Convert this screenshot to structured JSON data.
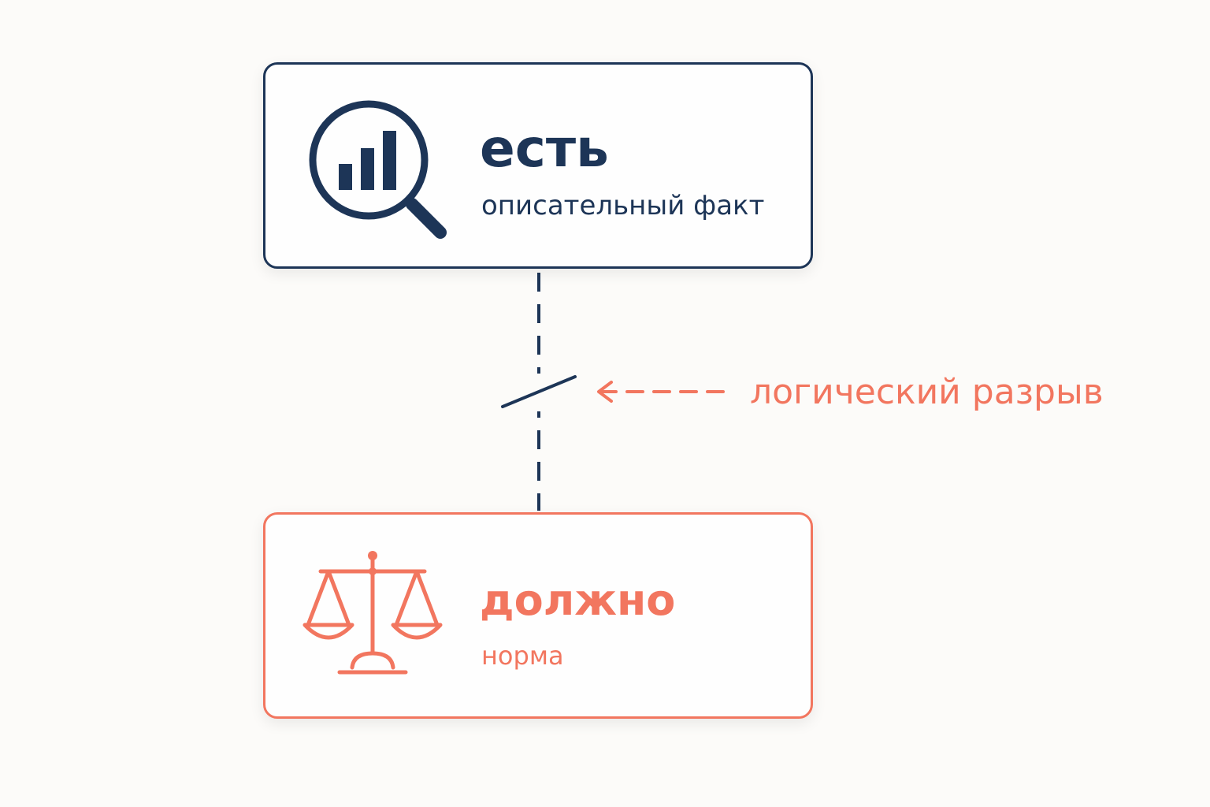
{
  "diagram": {
    "top_box": {
      "title": "есть",
      "subtitle": "описательный факт",
      "icon": "magnifier-bar-chart-icon",
      "color": "#1d3557"
    },
    "bottom_box": {
      "title": "должно",
      "subtitle": "норма",
      "icon": "scales-icon",
      "color": "#f2765f"
    },
    "gap": {
      "label": "логический разрыв",
      "icon": "arrow-left-icon",
      "color": "#f2765f"
    }
  }
}
